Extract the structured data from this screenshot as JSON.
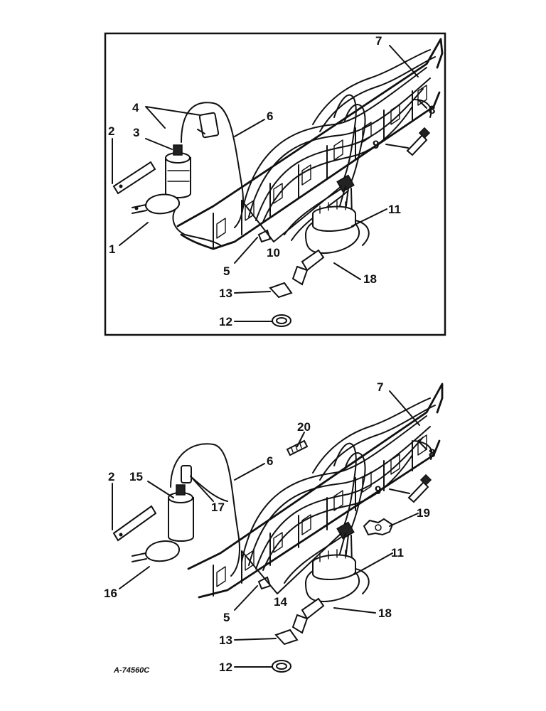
{
  "figure_code": "A-74560C",
  "diagrams": [
    {
      "name": "upper",
      "callouts": [
        "7",
        "4",
        "6",
        "8",
        "2",
        "3",
        "9",
        "11",
        "1",
        "10",
        "5",
        "18",
        "13",
        "12"
      ]
    },
    {
      "name": "lower",
      "callouts": [
        "7",
        "20",
        "6",
        "8",
        "2",
        "15",
        "9",
        "17",
        "19",
        "11",
        "16",
        "14",
        "5",
        "18",
        "13",
        "12"
      ]
    }
  ]
}
